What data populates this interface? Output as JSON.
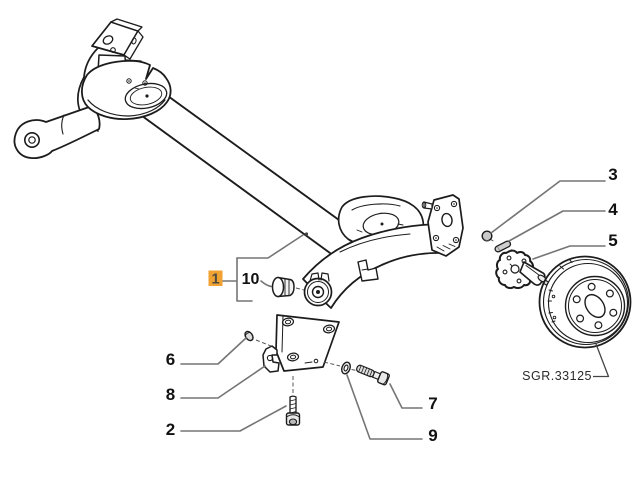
{
  "diagram": {
    "type": "exploded-parts-diagram",
    "subject": "rear-axle-assembly",
    "reference_code": "SGR.33125",
    "callouts": {
      "c1": {
        "label": "1",
        "highlighted": true
      },
      "c10": {
        "label": "10"
      },
      "c2": {
        "label": "2"
      },
      "c3": {
        "label": "3"
      },
      "c4": {
        "label": "4"
      },
      "c5": {
        "label": "5"
      },
      "c6": {
        "label": "6"
      },
      "c7": {
        "label": "7"
      },
      "c8": {
        "label": "8"
      },
      "c9": {
        "label": "9"
      }
    },
    "colors": {
      "highlight": "#F0A232",
      "line": "#1c1c1c",
      "leader": "#757575",
      "background": "#ffffff"
    }
  }
}
